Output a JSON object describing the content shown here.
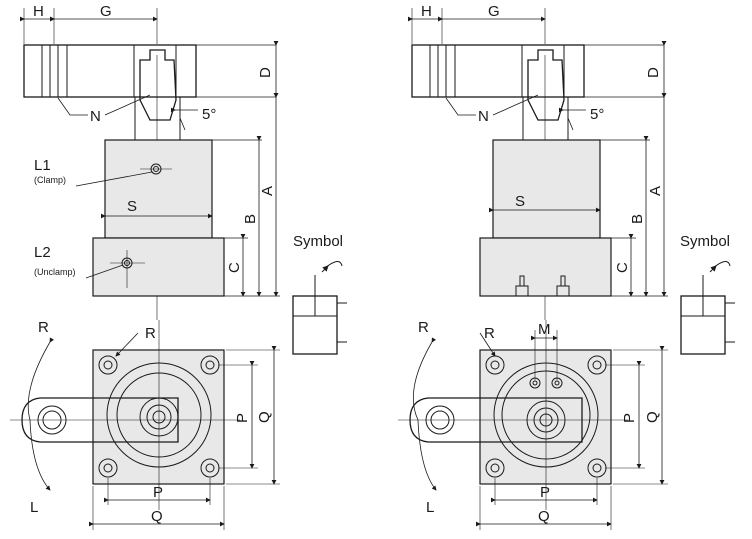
{
  "labels": {
    "H": "H",
    "G": "G",
    "D": "D",
    "N": "N",
    "angle": "5°",
    "A": "A",
    "B": "B",
    "C": "C",
    "S": "S",
    "L1": "L1",
    "L1_note": "(Clamp)",
    "L2": "L2",
    "L2_note": "(Unclamp)",
    "R": "R",
    "L": "L",
    "P": "P",
    "Q": "Q",
    "M": "M",
    "symbol": "Symbol"
  }
}
